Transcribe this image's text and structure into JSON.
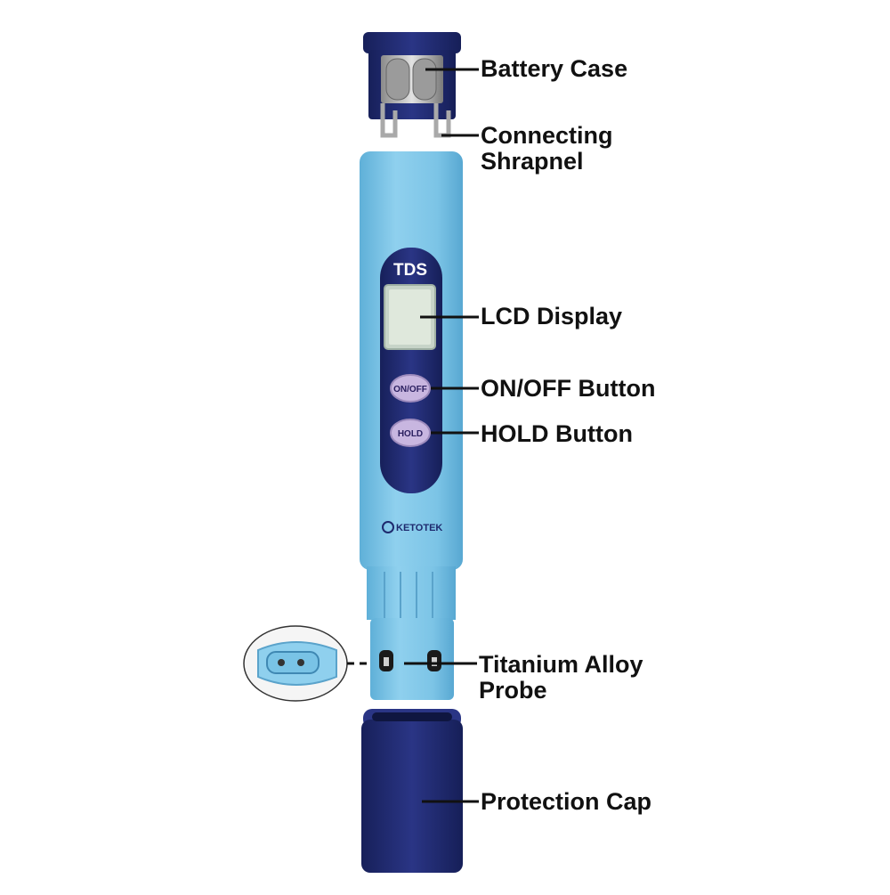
{
  "device": {
    "meter_label": "TDS",
    "brand": "KETOTEK",
    "buttons": {
      "power": "ON/OFF",
      "hold": "HOLD"
    }
  },
  "callouts": {
    "battery_case": [
      "Battery Case"
    ],
    "connecting_shrapnel": [
      "Connecting",
      "Shrapnel"
    ],
    "lcd_display": [
      "LCD Display"
    ],
    "on_off_button": [
      "ON/OFF Button"
    ],
    "hold_button": [
      "HOLD Button"
    ],
    "titanium_probe": [
      "Titanium Alloy",
      "Probe"
    ],
    "protection_cap": [
      "Protection Cap"
    ]
  },
  "colors": {
    "body_blue": "#79c3e6",
    "navy": "#1e2a6e",
    "lcd": "#dfe8dc",
    "button_lilac": "#c8b6e0",
    "metal": "#b8b8b8"
  }
}
